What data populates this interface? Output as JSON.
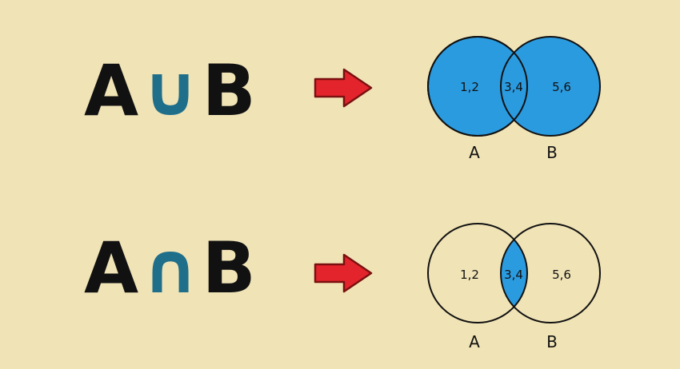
{
  "union": {
    "left_set": "A",
    "operator": "∪",
    "right_set": "B",
    "region_left": "1,2",
    "region_middle": "3,4",
    "region_right": "5,6",
    "label_left": "A",
    "label_right": "B"
  },
  "intersection": {
    "left_set": "A",
    "operator": "∩",
    "right_set": "B",
    "region_left": "1,2",
    "region_middle": "3,4",
    "region_right": "5,6",
    "label_left": "A",
    "label_right": "B"
  },
  "colors": {
    "background": "#f0e3b6",
    "fill": "#2b9be0",
    "operator": "#1f6e8a",
    "arrow": "#e4242c",
    "outline": "#111111"
  }
}
